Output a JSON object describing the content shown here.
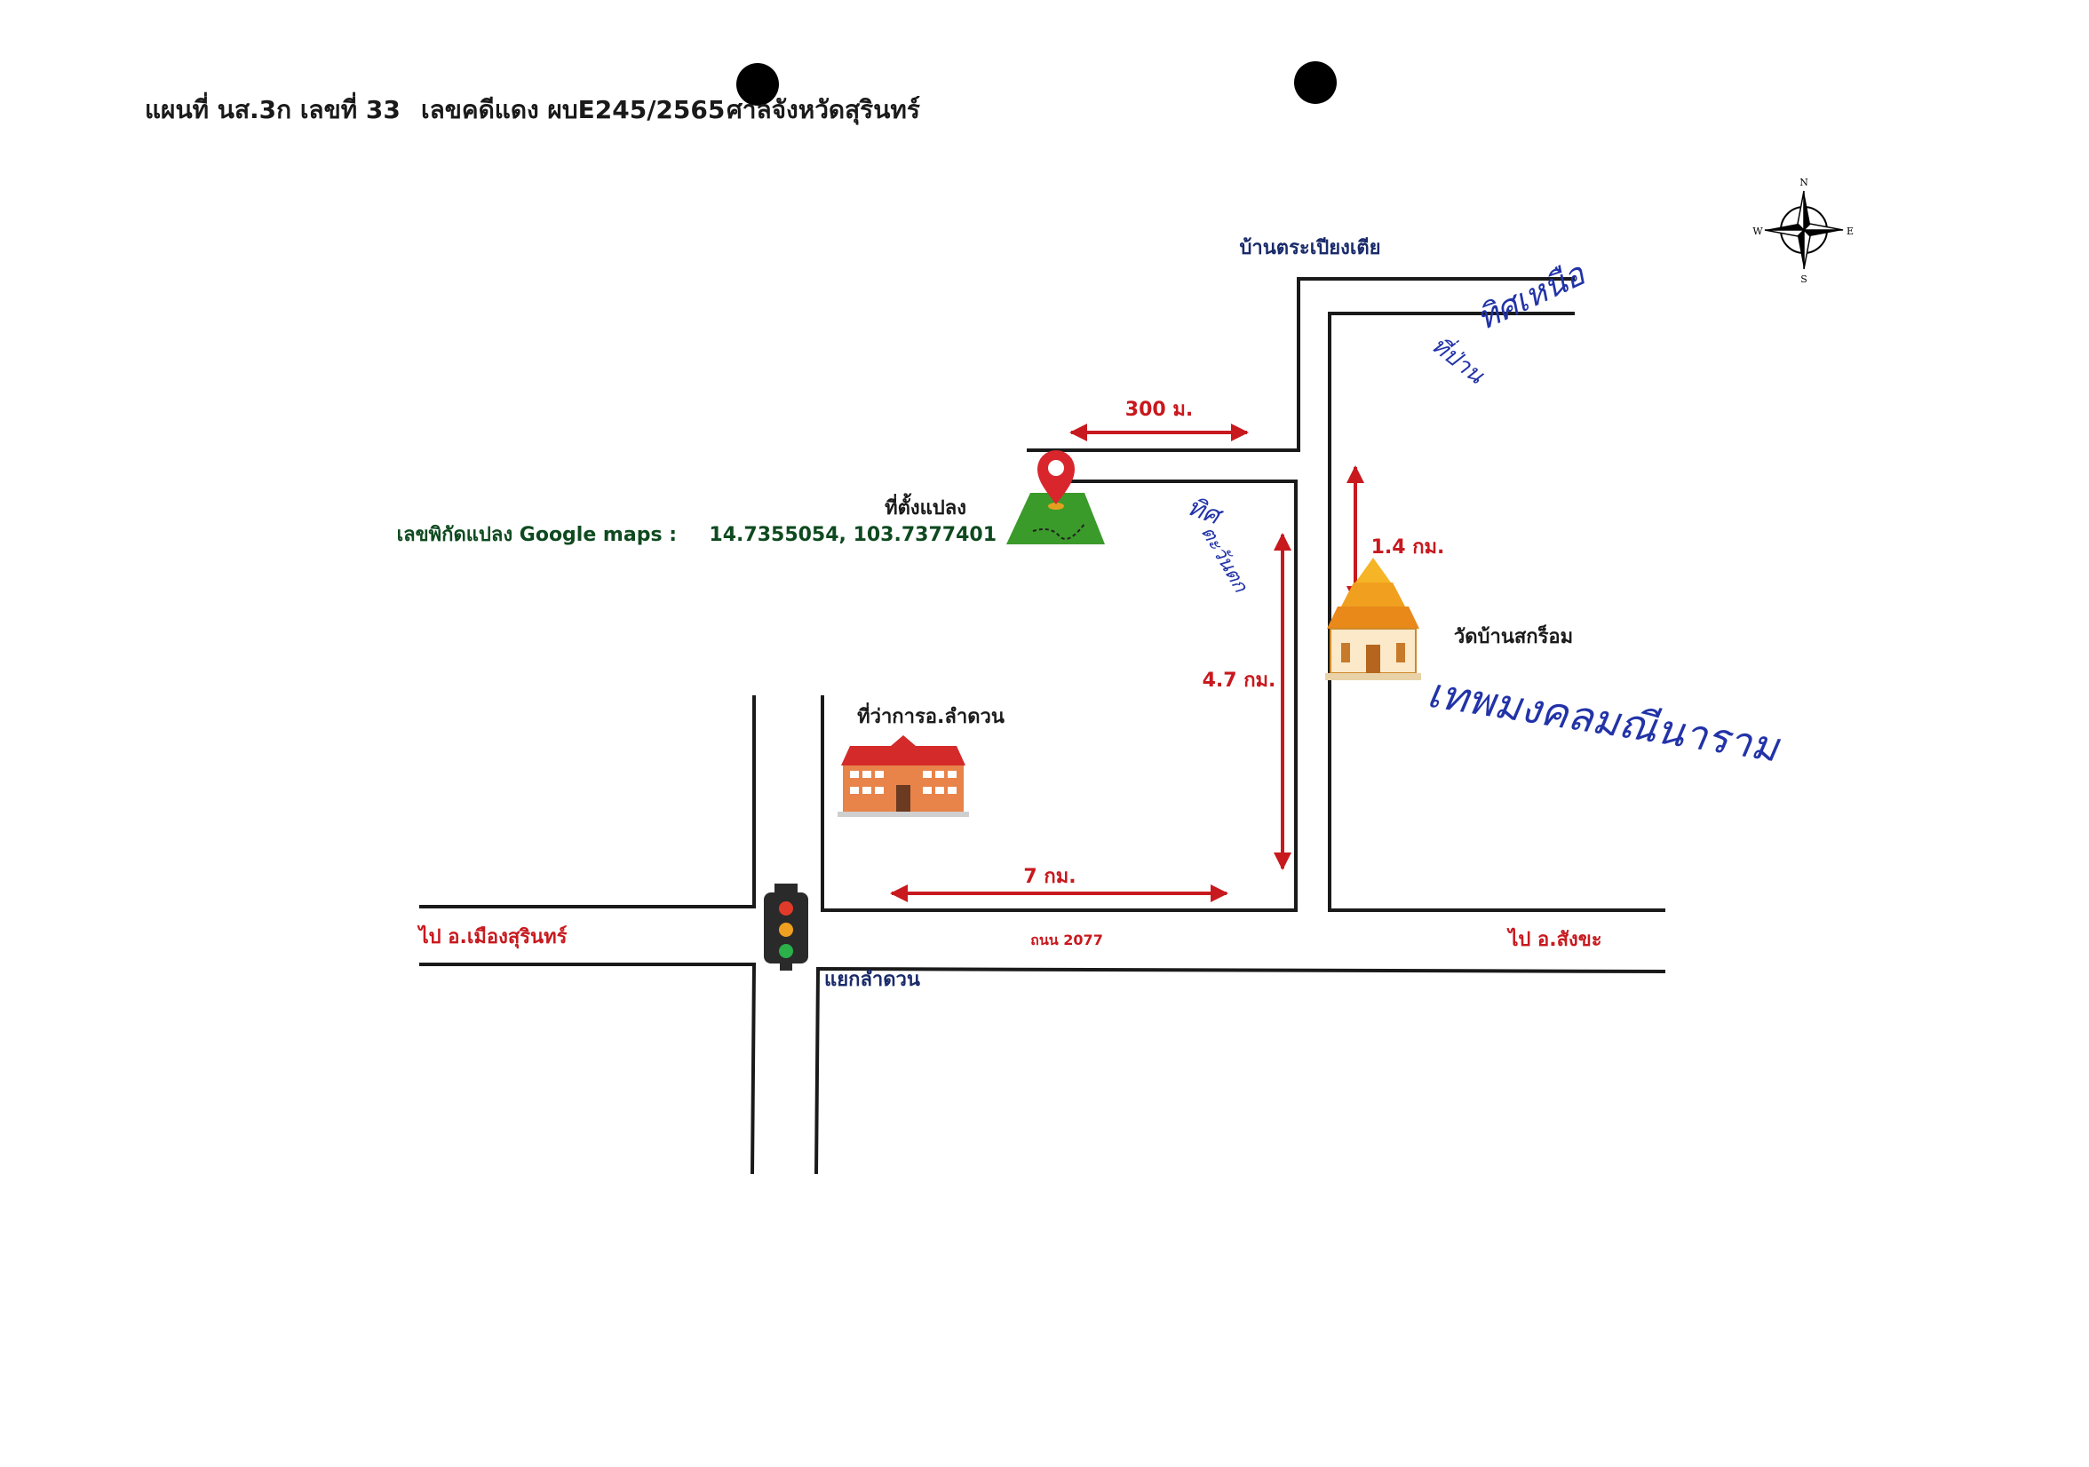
{
  "header": {
    "map_no": "แผนที่ นส.3ก เลขที่  33",
    "case_no": "เลขคดีแดง ผบE245/2565",
    "court": "ศาลจังหวัดสุรินทร์"
  },
  "compass": {
    "n": "N",
    "s": "S",
    "e": "E",
    "w": "W"
  },
  "labels": {
    "village": "บ้านตระเปียงเตีย",
    "parcel": "ที่ตั้งแปลง",
    "coords_label": "เลขพิกัดแปลง Google maps :",
    "coords_value": "14.7355054, 103.7377401",
    "temple": "วัดบ้านสกร็อม",
    "district_office": "ที่ว่าการอ.ลำดวน",
    "road": "ถนน 2077",
    "junction": "แยกลำดวน",
    "to_west": "ไป อ.เมืองสุรินทร์",
    "to_east": "ไป อ.สังขะ"
  },
  "distances": {
    "d300": "300 ม.",
    "d1_4": "1.4 กม.",
    "d4_7": "4.7 กม.",
    "d7": "7 กม."
  },
  "handwriting": {
    "north_note": "ทิศเหนือ",
    "north_side": "ที่ป่าน",
    "west_note": "ทิศ",
    "west_side": "ตะวันตก",
    "temple_name": "เทพมงคลมณีนาราม"
  },
  "colors": {
    "road": "#1a1a1a",
    "arrow": "#c8191e",
    "title": "#1a1a1a",
    "coords": "#0e4a1f",
    "village": "#1a2a6b",
    "ink": "#2233a8"
  }
}
